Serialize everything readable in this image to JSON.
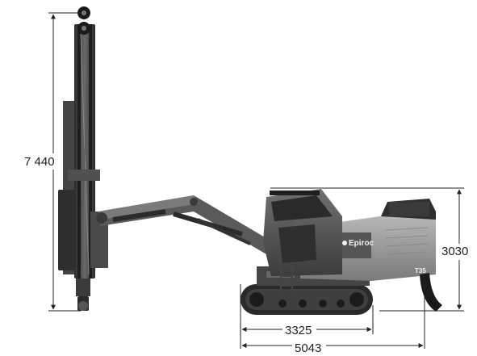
{
  "dimensions": {
    "height_total": "7 440",
    "height_cab": "3030",
    "length_tracks": "3325",
    "length_total": "5043"
  },
  "machine": {
    "brand": "Epiroc",
    "model": "T35"
  },
  "colors": {
    "body_dark": "#3a3a3a",
    "body_mid": "#6e6e6e",
    "body_light": "#a8a8a8",
    "boom": "#5a5a5a",
    "dimension_line": "#222222",
    "brand_badge": "#555555"
  }
}
